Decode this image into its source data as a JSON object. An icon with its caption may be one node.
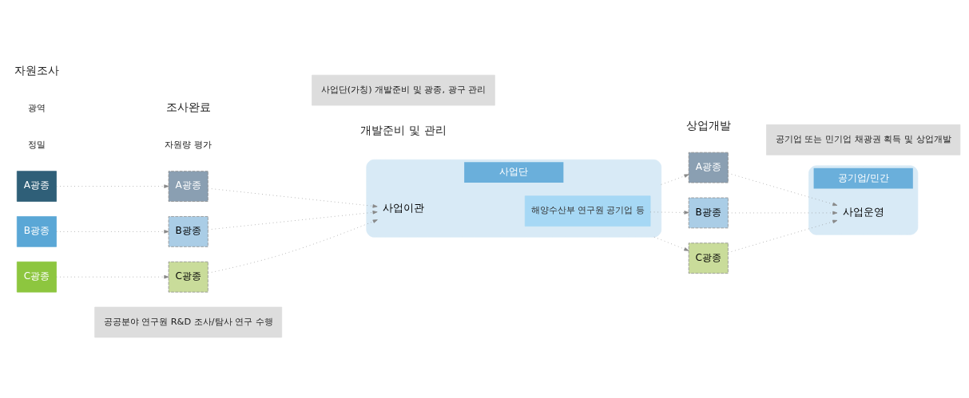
{
  "diagram": {
    "nodes": [
      {
        "text": [
          "A광종"
        ]
      },
      {
        "text": [
          "B광종"
        ]
      },
      {
        "text": [
          "C광종"
        ]
      },
      {
        "text": [
          "A광종"
        ]
      },
      {
        "text": [
          "B광종"
        ]
      },
      {
        "text": [
          "C광종"
        ]
      },
      {
        "text": [
          "사업단"
        ]
      },
      {
        "text": [
          "사업이관"
        ],
        "in": 6
      },
      {
        "text": [
          "해양수산부 연구원 공기업 등"
        ],
        "in": 6
      },
      {
        "text": [
          "A광종"
        ]
      },
      {
        "text": [
          "B광종"
        ]
      },
      {
        "text": [
          "C광종"
        ]
      },
      {
        "text": [
          "공기업/민간"
        ]
      },
      {
        "text": [
          "사업운영"
        ],
        "in": 12
      },
      {
        "text": [
          "공공분야 연구원 R&D 조사/탐사 연구 수행"
        ]
      },
      {
        "text": [
          "사업단(가칭) 개발준비 및 광종, 광구 관리"
        ]
      },
      {
        "text": [
          "공기업 또는 민기업 채광권 획득 및 상업개발"
        ]
      }
    ],
    "edges": [
      {
        "from": 0,
        "to": 3,
        "arrow": "to"
      },
      {
        "from": 1,
        "to": 4,
        "arrow": "to"
      },
      {
        "from": 2,
        "to": 5,
        "arrow": "to"
      },
      {
        "from": 3,
        "to": 7,
        "arrow": "to"
      },
      {
        "from": 4,
        "to": 7,
        "arrow": "to"
      },
      {
        "from": 5,
        "to": 7,
        "arrow": "to"
      },
      {
        "from": 6,
        "to": 9,
        "arrow": "to"
      },
      {
        "from": 8,
        "to": 10,
        "arrow": "to"
      },
      {
        "from": 6,
        "to": 11,
        "arrow": "to"
      },
      {
        "from": 9,
        "to": 13,
        "arrow": "to"
      },
      {
        "from": 10,
        "to": 13,
        "arrow": "to"
      },
      {
        "from": 11,
        "to": 13,
        "arrow": "to"
      }
    ],
    "labels": [
      "자원조사",
      "조사완료",
      "개발준비 및 관리",
      "상업개발",
      "광역",
      "정밀",
      "자원량 평가"
    ]
  }
}
